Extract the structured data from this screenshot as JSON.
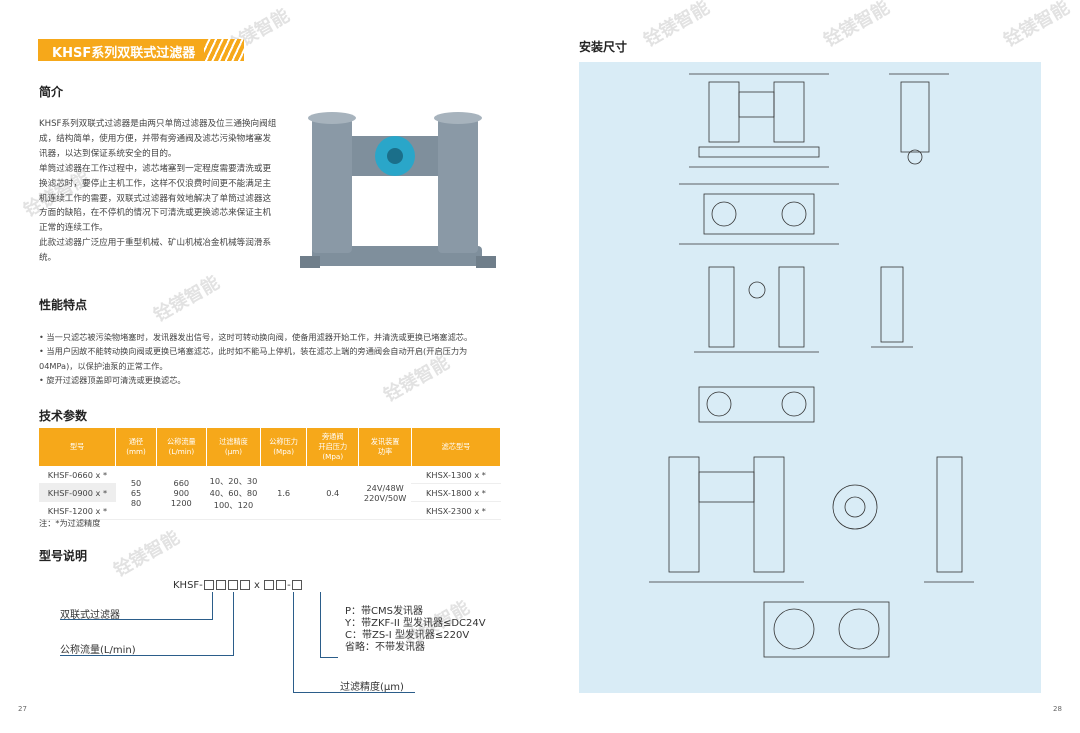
{
  "banner": {
    "title": "KHSF系列双联式过滤器"
  },
  "intro": {
    "heading": "简介",
    "lines": [
      "KHSF系列双联式过滤器是由两只单筒过滤器及位三通换向阀组",
      "成，结构简单，使用方便，并带有旁通阀及滤芯污染物堵塞发",
      "讯器，以达到保证系统安全的目的。",
      "单筒过滤器在工作过程中，滤芯堵塞到一定程度需要清洗或更",
      "换滤芯时，要停止主机工作，这样不仅浪费时间更不能满足主",
      "机连续工作的需要，双联式过滤器有效地解决了单筒过滤器这",
      "方面的缺陷，在不停机的情况下可清洗或更换滤芯来保证主机",
      "正常的连续工作。",
      "此款过滤器广泛应用于重型机械、矿山机械冶金机械等润滑系",
      "统。"
    ]
  },
  "features": {
    "heading": "性能特点",
    "lines": [
      "• 当一只滤芯被污染物堵塞时，发讯器发出信号，这时可转动换向阀，使备用滤器开始工作，并清洗或更换已堵塞滤芯。",
      "• 当用户因故不能转动换向阀或更换已堵塞滤芯，此时如不能马上停机，装在滤芯上端的旁通阀会自动开启(开启压力为",
      "  04MPa)，以保护油泵的正常工作。",
      "• 旋开过滤器顶盖即可清洗或更换滤芯。"
    ]
  },
  "tech": {
    "heading": "技术参数",
    "headers": [
      "型号",
      "通径\n(mm)",
      "公称流量\n(L/min)",
      "过滤精度\n(μm)",
      "公称压力\n(Mpa)",
      "旁通阀\n开启压力\n(Mpa)",
      "发讯装置\n功率",
      "滤芯型号"
    ],
    "models": [
      "KHSF-0660 x *",
      "KHSF-0900 x *",
      "KHSF-1200 x *"
    ],
    "diameters": [
      "50",
      "65",
      "80"
    ],
    "flows": [
      "660",
      "900",
      "1200"
    ],
    "precision": [
      "10、20、30",
      "40、60、80",
      "100、120"
    ],
    "pressure": "1.6",
    "bypass": "0.4",
    "power": [
      "24V/48W",
      "220V/50W"
    ],
    "elements": [
      "KHSX-1300 x *",
      "KHSX-1800 x *",
      "KHSX-2300 x *"
    ],
    "note": "注：*为过滤精度"
  },
  "model": {
    "heading": "型号说明",
    "code_prefix": "KHSF-",
    "code_mid": "x",
    "code_dash": "-",
    "label_double": "双联式过滤器",
    "label_flow": "公称流量(L/min)",
    "label_precision": "过滤精度(μm)",
    "options": [
      "P：带CMS发讯器",
      "Y：带ZKF-II 型发讯器≤DC24V",
      "C：带ZS-I 型发讯器≤220V",
      "省略：不带发讯器"
    ]
  },
  "install": {
    "heading": "安装尺寸"
  },
  "pages": {
    "left": "27",
    "right": "28"
  },
  "watermark": "铨镁智能",
  "colors": {
    "accent": "#f6a81a",
    "panel": "#d9ecf6",
    "line": "#2b5d8a",
    "product": "#7f8f9c",
    "valve": "#2aa6c9"
  }
}
